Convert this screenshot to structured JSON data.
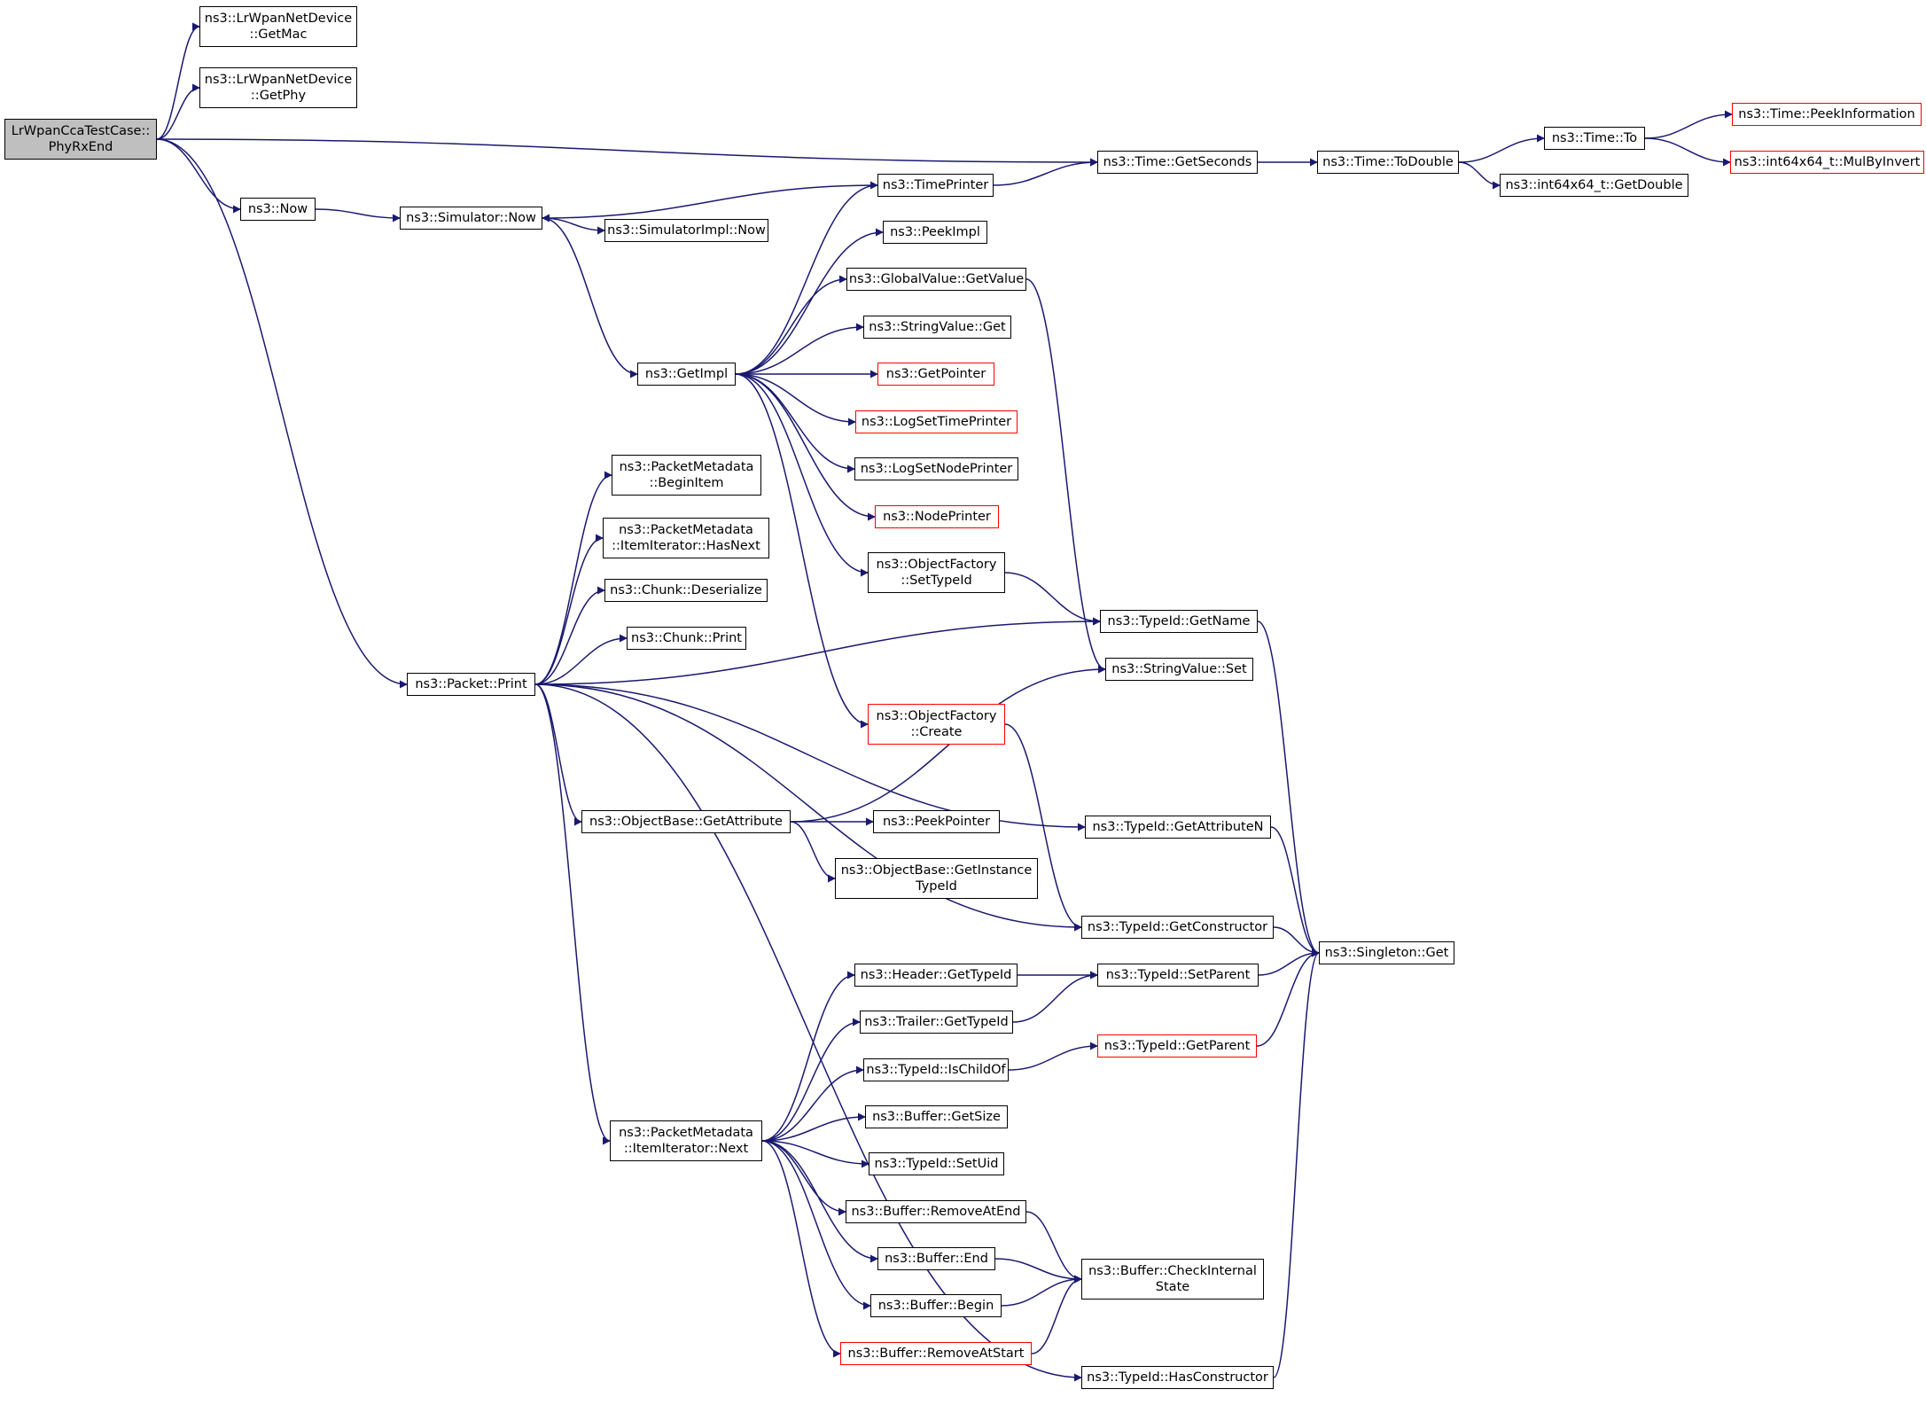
{
  "colors": {
    "edge": "#191970",
    "border": "#000000",
    "red_border": "#ff0000",
    "root_fill": "#bfbfbf"
  },
  "nodes": {
    "root": {
      "lines": [
        "LrWpanCcaTestCase::",
        "PhyRxEnd"
      ],
      "style": "root"
    },
    "getmac": {
      "lines": [
        "ns3::LrWpanNetDevice",
        "::GetMac"
      ]
    },
    "getphy": {
      "lines": [
        "ns3::LrWpanNetDevice",
        "::GetPhy"
      ]
    },
    "now": {
      "lines": [
        "ns3::Now"
      ]
    },
    "simnow": {
      "lines": [
        "ns3::Simulator::Now"
      ]
    },
    "simimplnow": {
      "lines": [
        "ns3::SimulatorImpl::Now"
      ]
    },
    "getimpl": {
      "lines": [
        "ns3::GetImpl"
      ]
    },
    "timeprinter": {
      "lines": [
        "ns3::TimePrinter"
      ]
    },
    "peekimpl": {
      "lines": [
        "ns3::PeekImpl"
      ]
    },
    "gvgetvalue": {
      "lines": [
        "ns3::GlobalValue::GetValue"
      ]
    },
    "svget": {
      "lines": [
        "ns3::StringValue::Get"
      ]
    },
    "getpointer": {
      "lines": [
        "ns3::GetPointer"
      ],
      "style": "red"
    },
    "logsettime": {
      "lines": [
        "ns3::LogSetTimePrinter"
      ],
      "style": "red"
    },
    "logsetnode": {
      "lines": [
        "ns3::LogSetNodePrinter"
      ]
    },
    "nodeprinter": {
      "lines": [
        "ns3::NodePrinter"
      ],
      "style": "red"
    },
    "ofsettypeid": {
      "lines": [
        "ns3::ObjectFactory",
        "::SetTypeId"
      ]
    },
    "ofcreate": {
      "lines": [
        "ns3::ObjectFactory",
        "::Create"
      ],
      "style": "red"
    },
    "getseconds": {
      "lines": [
        "ns3::Time::GetSeconds"
      ]
    },
    "todouble": {
      "lines": [
        "ns3::Time::ToDouble"
      ]
    },
    "timeto": {
      "lines": [
        "ns3::Time::To"
      ]
    },
    "getdouble": {
      "lines": [
        "ns3::int64x64_t::GetDouble"
      ]
    },
    "peekinfo": {
      "lines": [
        "ns3::Time::PeekInformation"
      ],
      "style": "red"
    },
    "mulbyinvert": {
      "lines": [
        "ns3::int64x64_t::MulByInvert"
      ],
      "style": "red"
    },
    "pmbeginitem": {
      "lines": [
        "ns3::PacketMetadata",
        "::BeginItem"
      ]
    },
    "pmhasnext": {
      "lines": [
        "ns3::PacketMetadata",
        "::ItemIterator::HasNext"
      ]
    },
    "chunkdeser": {
      "lines": [
        "ns3::Chunk::Deserialize"
      ]
    },
    "chunkprint": {
      "lines": [
        "ns3::Chunk::Print"
      ]
    },
    "packetprint": {
      "lines": [
        "ns3::Packet::Print"
      ]
    },
    "obgetattr": {
      "lines": [
        "ns3::ObjectBase::GetAttribute"
      ]
    },
    "peekpointer": {
      "lines": [
        "ns3::PeekPointer"
      ]
    },
    "obgetinst": {
      "lines": [
        "ns3::ObjectBase::GetInstance",
        "TypeId"
      ]
    },
    "tidgetname": {
      "lines": [
        "ns3::TypeId::GetName"
      ]
    },
    "svset": {
      "lines": [
        "ns3::StringValue::Set"
      ]
    },
    "tidgetattrn": {
      "lines": [
        "ns3::TypeId::GetAttributeN"
      ]
    },
    "tidgetctor": {
      "lines": [
        "ns3::TypeId::GetConstructor"
      ]
    },
    "singletonget": {
      "lines": [
        "ns3::Singleton::Get"
      ]
    },
    "hdrgettid": {
      "lines": [
        "ns3::Header::GetTypeId"
      ]
    },
    "trlgettid": {
      "lines": [
        "ns3::Trailer::GetTypeId"
      ]
    },
    "tidischild": {
      "lines": [
        "ns3::TypeId::IsChildOf"
      ]
    },
    "tidsetparent": {
      "lines": [
        "ns3::TypeId::SetParent"
      ]
    },
    "tidgetparent": {
      "lines": [
        "ns3::TypeId::GetParent"
      ],
      "style": "red"
    },
    "pmnext": {
      "lines": [
        "ns3::PacketMetadata",
        "::ItemIterator::Next"
      ]
    },
    "bufgetsize": {
      "lines": [
        "ns3::Buffer::GetSize"
      ]
    },
    "tidsetuid": {
      "lines": [
        "ns3::TypeId::SetUid"
      ]
    },
    "bufremend": {
      "lines": [
        "ns3::Buffer::RemoveAtEnd"
      ]
    },
    "bufend": {
      "lines": [
        "ns3::Buffer::End"
      ]
    },
    "bufbegin": {
      "lines": [
        "ns3::Buffer::Begin"
      ]
    },
    "bufremstart": {
      "lines": [
        "ns3::Buffer::RemoveAtStart"
      ],
      "style": "red"
    },
    "bufcheck": {
      "lines": [
        "ns3::Buffer::CheckInternal",
        "State"
      ]
    },
    "tidhasctor": {
      "lines": [
        "ns3::TypeId::HasConstructor"
      ]
    }
  },
  "edges": [
    [
      "root",
      "getmac"
    ],
    [
      "root",
      "getphy"
    ],
    [
      "root",
      "getseconds"
    ],
    [
      "root",
      "now"
    ],
    [
      "root",
      "packetprint"
    ],
    [
      "now",
      "simnow"
    ],
    [
      "simnow",
      "simimplnow"
    ],
    [
      "simnow",
      "getimpl"
    ],
    [
      "getimpl",
      "timeprinter"
    ],
    [
      "getimpl",
      "peekimpl"
    ],
    [
      "getimpl",
      "gvgetvalue"
    ],
    [
      "getimpl",
      "svget"
    ],
    [
      "getimpl",
      "getpointer"
    ],
    [
      "getimpl",
      "logsettime"
    ],
    [
      "getimpl",
      "logsetnode"
    ],
    [
      "getimpl",
      "nodeprinter"
    ],
    [
      "getimpl",
      "ofsettypeid"
    ],
    [
      "getimpl",
      "ofcreate"
    ],
    [
      "timeprinter",
      "simnow"
    ],
    [
      "timeprinter",
      "getseconds"
    ],
    [
      "getseconds",
      "todouble"
    ],
    [
      "todouble",
      "timeto"
    ],
    [
      "todouble",
      "getdouble"
    ],
    [
      "timeto",
      "peekinfo"
    ],
    [
      "timeto",
      "mulbyinvert"
    ],
    [
      "gvgetvalue",
      "svset"
    ],
    [
      "ofsettypeid",
      "tidgetname"
    ],
    [
      "ofcreate",
      "tidgetctor"
    ],
    [
      "packetprint",
      "pmbeginitem"
    ],
    [
      "packetprint",
      "pmhasnext"
    ],
    [
      "packetprint",
      "chunkdeser"
    ],
    [
      "packetprint",
      "chunkprint"
    ],
    [
      "packetprint",
      "tidgetname"
    ],
    [
      "packetprint",
      "obgetattr"
    ],
    [
      "packetprint",
      "tidgetattrn"
    ],
    [
      "packetprint",
      "tidgetctor"
    ],
    [
      "packetprint",
      "pmnext"
    ],
    [
      "packetprint",
      "tidhasctor"
    ],
    [
      "obgetattr",
      "svset"
    ],
    [
      "obgetattr",
      "peekpointer"
    ],
    [
      "obgetattr",
      "obgetinst"
    ],
    [
      "tidgetname",
      "singletonget"
    ],
    [
      "tidgetattrn",
      "singletonget"
    ],
    [
      "tidgetctor",
      "singletonget"
    ],
    [
      "tidsetparent",
      "singletonget"
    ],
    [
      "tidgetparent",
      "singletonget"
    ],
    [
      "tidhasctor",
      "singletonget"
    ],
    [
      "hdrgettid",
      "tidsetparent"
    ],
    [
      "trlgettid",
      "tidsetparent"
    ],
    [
      "tidischild",
      "tidgetparent"
    ],
    [
      "pmnext",
      "hdrgettid"
    ],
    [
      "pmnext",
      "trlgettid"
    ],
    [
      "pmnext",
      "tidischild"
    ],
    [
      "pmnext",
      "bufgetsize"
    ],
    [
      "pmnext",
      "tidsetuid"
    ],
    [
      "pmnext",
      "bufremend"
    ],
    [
      "pmnext",
      "bufend"
    ],
    [
      "pmnext",
      "bufbegin"
    ],
    [
      "pmnext",
      "bufremstart"
    ],
    [
      "bufremend",
      "bufcheck"
    ],
    [
      "bufend",
      "bufcheck"
    ],
    [
      "bufbegin",
      "bufcheck"
    ],
    [
      "bufremstart",
      "bufcheck"
    ]
  ]
}
